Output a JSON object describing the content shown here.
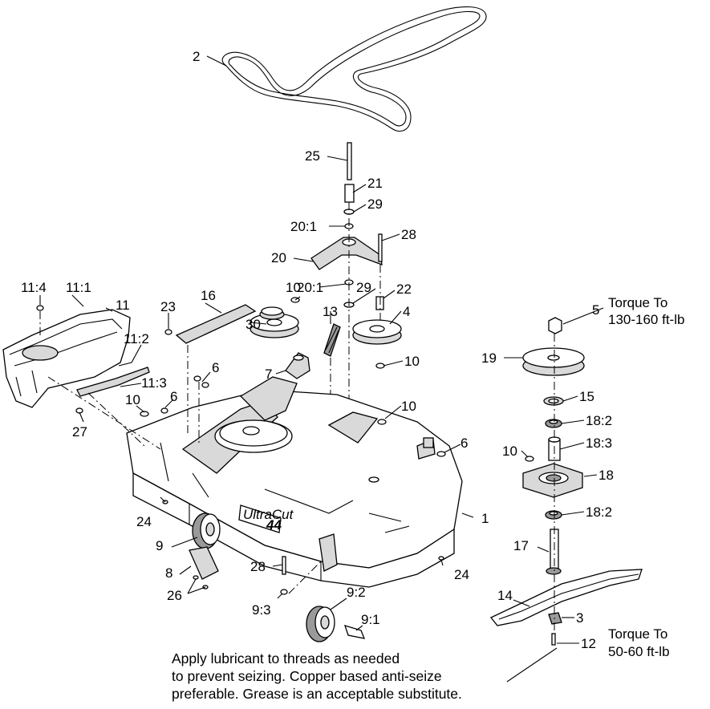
{
  "labels": {
    "l1": "1",
    "l2": "2",
    "l3": "3",
    "l4": "4",
    "l5": "5",
    "l6a": "6",
    "l6b": "6",
    "l6c": "6",
    "l7": "7",
    "l8": "8",
    "l9": "9",
    "l9_1": "9:1",
    "l9_2": "9:2",
    "l9_3": "9:3",
    "l10a": "10",
    "l10b": "10",
    "l10c": "10",
    "l10d": "10",
    "l10e": "10",
    "l11": "11",
    "l11_1": "11:1",
    "l11_2": "11:2",
    "l11_3": "11:3",
    "l11_4": "11:4",
    "l12": "12",
    "l13": "13",
    "l14": "14",
    "l15": "15",
    "l16": "16",
    "l17": "17",
    "l18": "18",
    "l18_2a": "18:2",
    "l18_2b": "18:2",
    "l18_3": "18:3",
    "l19": "19",
    "l20": "20",
    "l20_1a": "20:1",
    "l20_1b": "20:1",
    "l21": "21",
    "l22": "22",
    "l23": "23",
    "l24a": "24",
    "l24b": "24",
    "l25": "25",
    "l26": "26",
    "l27": "27",
    "l28a": "28",
    "l28b": "28",
    "l29a": "29",
    "l29b": "29",
    "l30": "30"
  },
  "torque_upper": {
    "line1": "Torque To",
    "line2": "130-160 ft-lb"
  },
  "torque_lower": {
    "line1": "Torque To",
    "line2": "50-60 ft-lb"
  },
  "note": {
    "line1": "Apply lubricant to threads as needed",
    "line2": "to prevent seizing. Copper based anti-seize",
    "line3": "preferable. Grease is an acceptable substitute."
  },
  "deck_badge": {
    "brand": "UltraCut",
    "size": "44"
  }
}
